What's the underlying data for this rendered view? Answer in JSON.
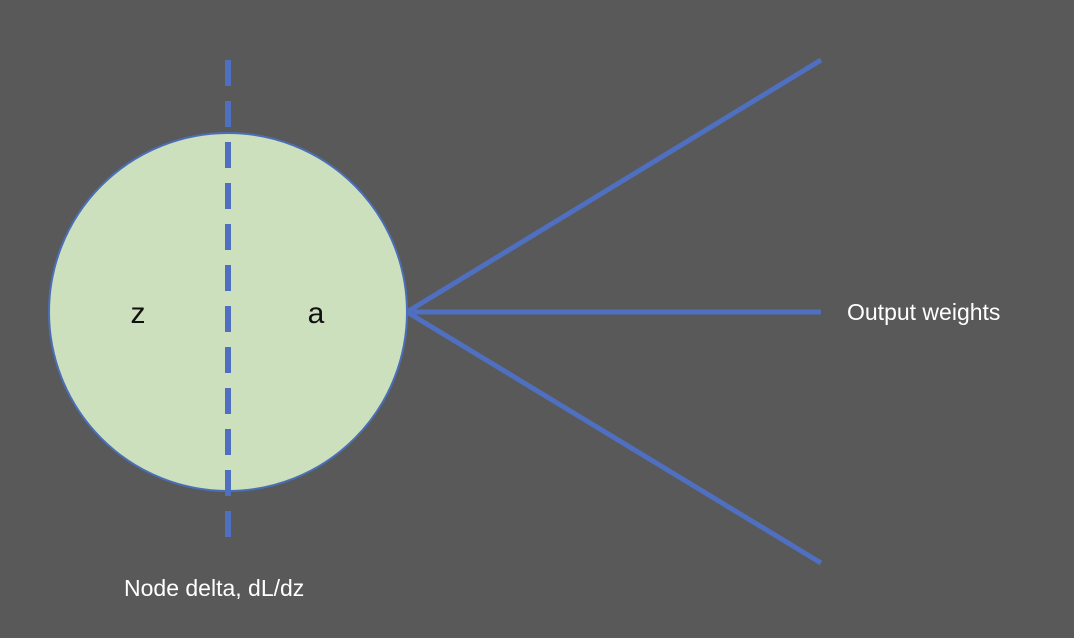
{
  "diagram": {
    "node": {
      "left_label": "z",
      "right_label": "a",
      "fill_color": "#cde0bd",
      "stroke_color": "#4a6fb8"
    },
    "output_label": "Output weights",
    "delta_label": "Node delta, dL/dz",
    "colors": {
      "background": "#595959",
      "line": "#4f6fc0",
      "label_text": "#ffffff",
      "node_text": "#111111"
    }
  }
}
